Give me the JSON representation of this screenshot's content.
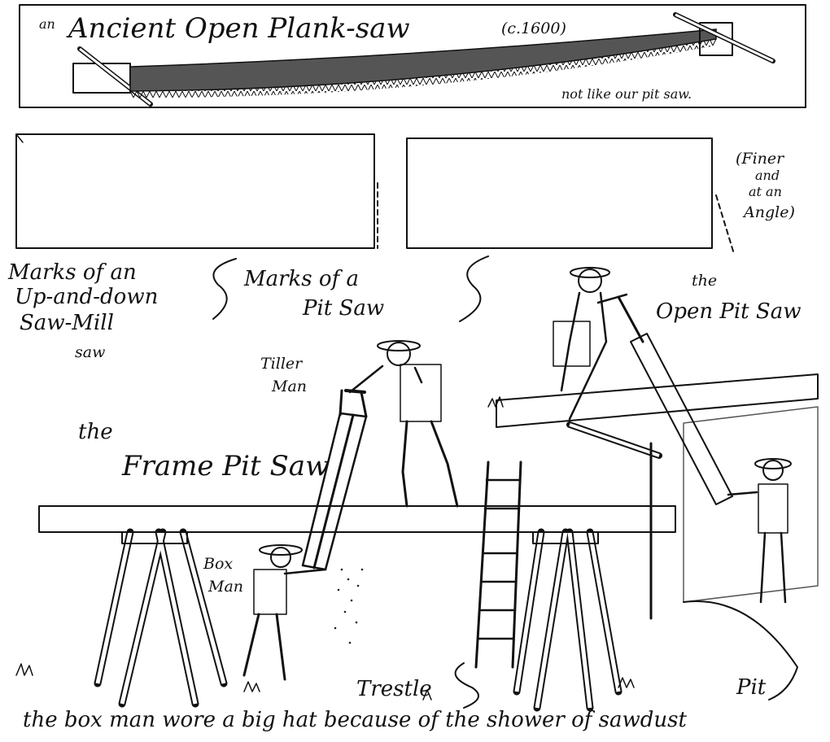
{
  "top_panel": {
    "title_prefix": "an",
    "title_main": "Ancient Open Plank-saw",
    "title_date": "(c.1600)",
    "note": "not like our pit saw."
  },
  "boards": {
    "mill_label_line1": "Marks of an",
    "mill_label_line2": "Up-and-down",
    "mill_label_line3": "Saw-Mill",
    "mill_label_line4": "saw",
    "pit_label_line1": "Marks of a",
    "pit_label_line2": "Pit Saw",
    "angle_note_line1": "(Finer",
    "angle_note_line2": "and",
    "angle_note_line3": "at an",
    "angle_note_line4": "Angle)"
  },
  "scene": {
    "open_pit_saw_line1": "the",
    "open_pit_saw_line2": "Open Pit Saw",
    "tiller_man_line1": "Tiller",
    "tiller_man_line2": "Man",
    "frame_pit_saw_line1": "the",
    "frame_pit_saw_line2": "Frame Pit Saw",
    "box_man_line1": "Box",
    "box_man_line2": "Man",
    "trestle": "Trestle",
    "pit": "Pit"
  },
  "caption": "the box man wore a big hat because of the shower of sawdust"
}
